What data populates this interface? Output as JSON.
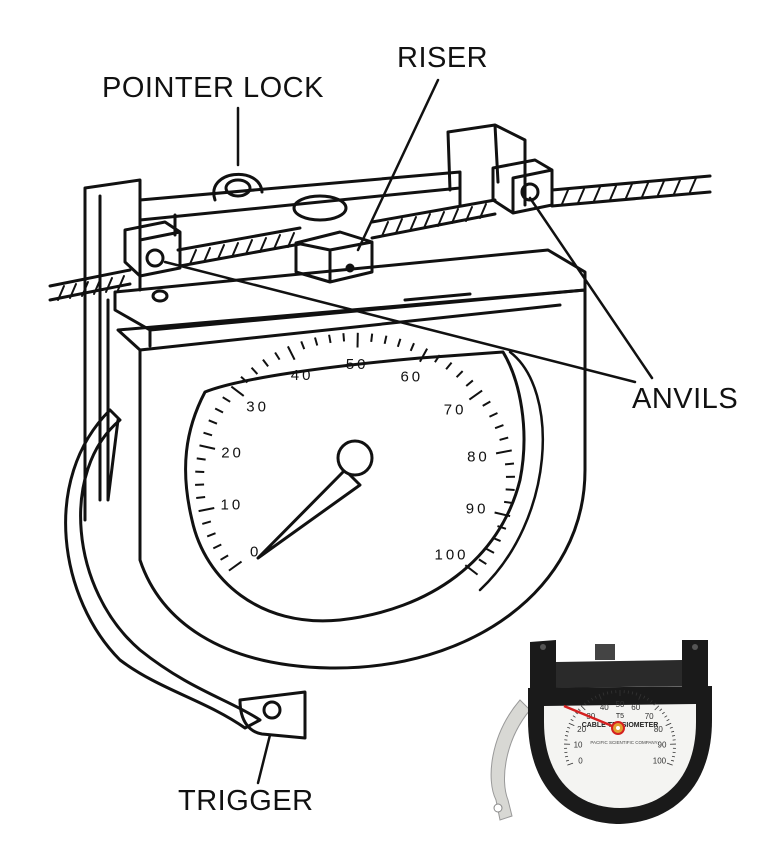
{
  "labels": {
    "pointer_lock": "POINTER LOCK",
    "riser": "RISER",
    "anvils": "ANVILS",
    "trigger": "TRIGGER"
  },
  "dial": {
    "ticks": [
      "0",
      "10",
      "20",
      "30",
      "40",
      "50",
      "60",
      "70",
      "80",
      "90",
      "100"
    ]
  },
  "photo": {
    "model": "T5",
    "title": "CABLE TENSIOMETER",
    "maker": "PACIFIC SCIENTIFIC COMPANY",
    "ticks": [
      "0",
      "10",
      "20",
      "30",
      "40",
      "50",
      "60",
      "70",
      "80",
      "90",
      "100"
    ],
    "colors": {
      "body": "#1a1a1a",
      "face": "#f4f4f2",
      "needle": "#d42020",
      "hub": "#e0a030"
    }
  }
}
